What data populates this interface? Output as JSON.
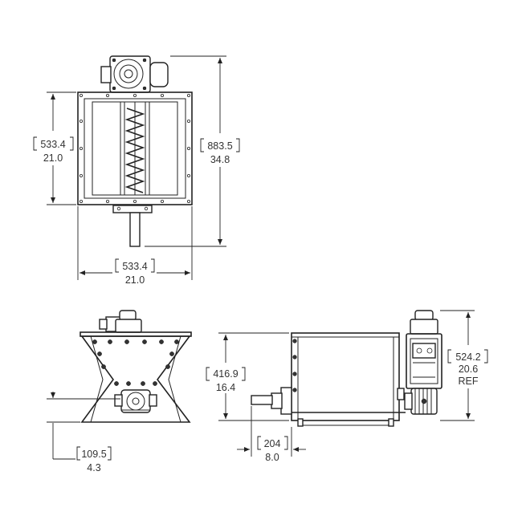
{
  "dimensions": {
    "top_view_height": {
      "metric": "533.4",
      "imperial": "21.0"
    },
    "top_view_width": {
      "metric": "533.4",
      "imperial": "21.0"
    },
    "overall_height": {
      "metric": "883.5",
      "imperial": "34.8"
    },
    "side_view_height": {
      "metric": "416.9",
      "imperial": "16.4"
    },
    "end_view_height": {
      "metric": "524.2",
      "imperial": "20.6",
      "note": "REF"
    },
    "shaft_extension": {
      "metric": "204",
      "imperial": "8.0"
    },
    "outlet_offset": {
      "metric": "109.5",
      "imperial": "4.3"
    }
  }
}
